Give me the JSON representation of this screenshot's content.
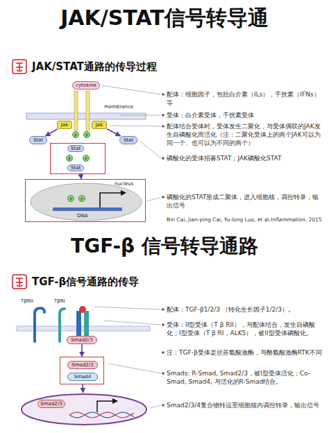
{
  "diagram": {
    "title": "JAK/STAT信号转导通",
    "nodes": [
      {
        "text": [
          "cytokine"
        ]
      },
      {
        "text": [
          "Jak"
        ]
      },
      {
        "text": [
          "Jak"
        ]
      },
      {
        "text": [
          "Stat"
        ]
      },
      {
        "text": [
          "Stat"
        ]
      },
      {
        "text": [
          "Stat",
          "Stat"
        ]
      },
      {
        "text": [
          "nucleus",
          "DNA"
        ]
      },
      {
        "text": [
          "Smad2/3"
        ]
      },
      {
        "text": []
      },
      {
        "text": [
          "Smad2/3"
        ],
        "in": 8
      },
      {
        "text": [
          "Smad4"
        ],
        "in": 8
      },
      {
        "text": []
      },
      {
        "text": [
          "Smad2/3"
        ],
        "in": 11
      }
    ],
    "edges": [
      {
        "from": 1,
        "to": 3,
        "arrow": "to"
      },
      {
        "from": 2,
        "to": 4,
        "arrow": "to"
      },
      {
        "from": 5,
        "to": 6,
        "arrow": "to"
      },
      {
        "from": 7,
        "to": 8,
        "arrow": "to"
      },
      {
        "from": 8,
        "to": 11,
        "arrow": "to"
      }
    ],
    "labels": [
      "JAK/STAT通路的传导过程",
      "membrance",
      "P",
      "P",
      "P",
      "P",
      "P",
      "P",
      "配体：细胞因子，包括白介素（ILs），干扰素（IFNs）等",
      "受体：白介素受体，干扰素受体",
      "配体结合受体时，受体发生二聚化，与受体偶联的JAK发生自磷酸化而活化（注：二聚化受体上的两个JAK可以为同一个、也可以为不同的两个）",
      "磷酸化的受体招募STAT；JAK磷酸化STAT",
      "磷酸化的STAT形成二聚体，进入细胞核，调控转录，输出信号",
      "Bin Cai, Jian-ping Cai, Yu-long Luo, et al.",
      "Inflammation",
      ", 2015",
      "TGF-β 信号转导通路",
      "TGF-β信号通路的传导",
      "TβRII",
      "TβRI",
      "配体：TGF-β1/2/3 （转化生长因子1/2/3）。",
      "受体：II型受体（T β RII），与配体结合，发生自磷酸化；I型受体（T β RI，ALK5），被II型受体磷酸化。",
      "注：TGF-β受体是丝苏氨酸激酶，与酪氨酸激酶RTK不同",
      "Smads: R-Smad, Smad2/3，被I型受体活化；Co-Smad, Smad4, 与活化的R-Smad结合。",
      "Smad2/3/4复合物转运至细胞核内调控转录，输出信号"
    ]
  }
}
